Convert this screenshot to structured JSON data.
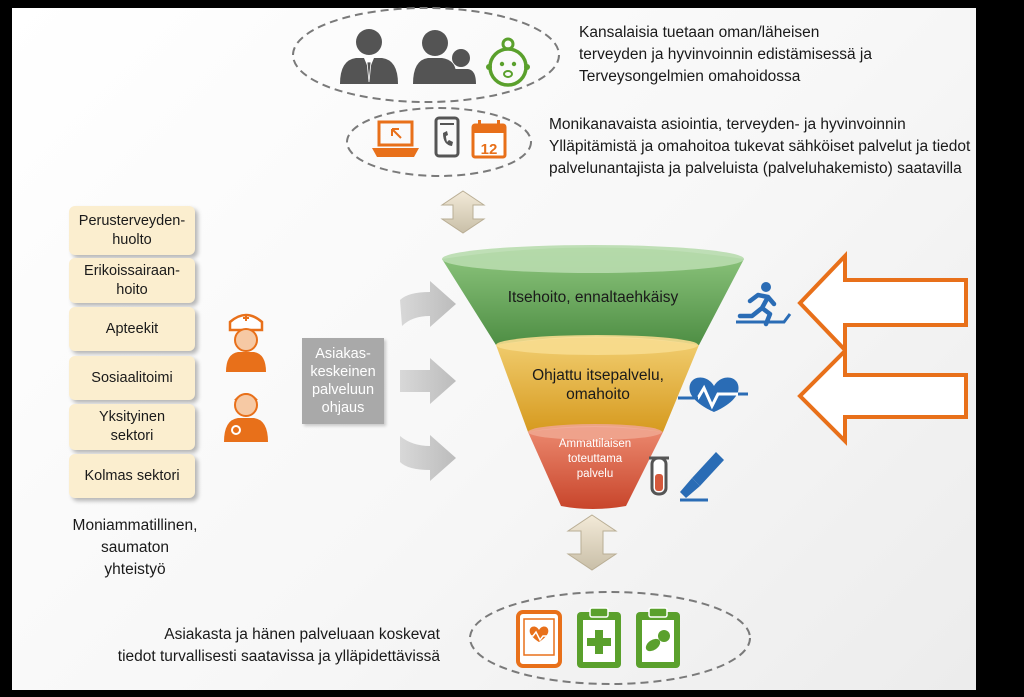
{
  "top_text": {
    "line1": "Kansalaisia tuetaan oman/läheisen",
    "line2": "terveyden ja hyvinvoinnin edistämisessä ja",
    "line3": "Terveysongelmien omahoidossa"
  },
  "channels_text": {
    "line1": "Monikanavaista asiointia, terveyden- ja hyvinvoinnin",
    "line2": "Ylläpitämistä ja omahoitoa tukevat sähköiset palvelut ja tiedot",
    "line3": "palvelunantajista ja palveluista (palveluhakemisto) saatavilla"
  },
  "calendar_number": "12",
  "organizations": [
    {
      "line1": "Perusterveyden-",
      "line2": "huolto"
    },
    {
      "line1": "Erikoissairaan-",
      "line2": "hoito"
    },
    {
      "line1": "Apteekit",
      "line2": ""
    },
    {
      "line1": "Sosiaalitoimi",
      "line2": ""
    },
    {
      "line1": "Yksityinen",
      "line2": "sektori"
    },
    {
      "line1": "Kolmas  sektori",
      "line2": ""
    }
  ],
  "cooperation_text": {
    "line1": "Moniammatillinen,",
    "line2": "saumaton",
    "line3": "yhteistyö"
  },
  "guidance_box": {
    "line1": "Asiakas-",
    "line2": "keskeinen",
    "line3": "palveluun",
    "line4": "ohjaus"
  },
  "funnel": {
    "level1": "Itsehoito, ennaltaehkäisy",
    "level2_line1": "Ohjattu itsepalvelu,",
    "level2_line2": "omahoito",
    "level3_line1": "Ammattilaisen",
    "level3_line2": "toteuttama",
    "level3_line3": "palvelu"
  },
  "bottom_text": {
    "line1": "Asiakasta ja hänen palveluaan koskevat",
    "line2": "tiedot turvallisesti saatavissa ja ylläpidettävissä"
  },
  "colors": {
    "orange": "#e8701a",
    "blue": "#2a6cb5",
    "green": "#5aa02c",
    "funnel_green": "#5e9f52",
    "funnel_yellow": "#e0a930",
    "funnel_red": "#d4583c",
    "org_fill": "#fbeecf"
  }
}
